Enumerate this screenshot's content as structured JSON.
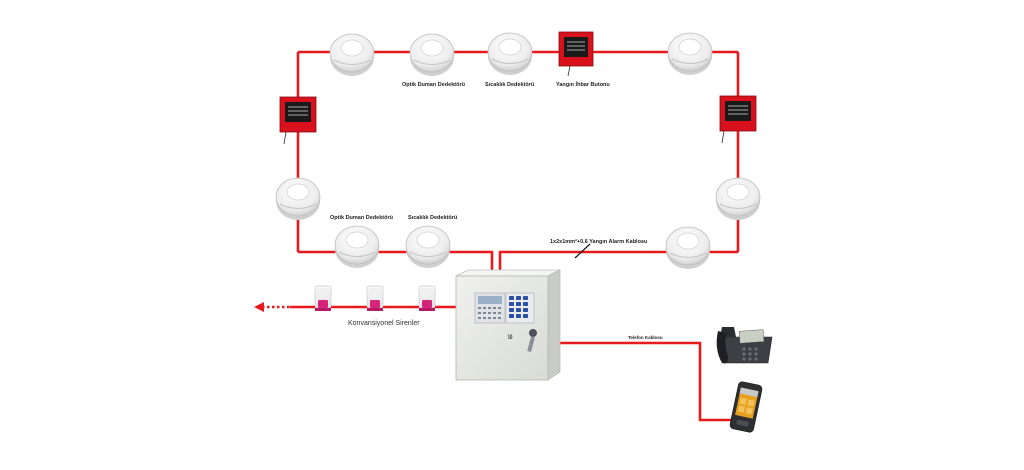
{
  "labels": {
    "optical_top": "Optik Duman Dedektörü",
    "heat_top": "Sıcaklık Dedektörü",
    "call_point_top": "Yangın İhbar Butonu",
    "optical_bottom": "Optik Duman Dedektörü",
    "heat_bottom": "Sıcaklık Dedektörü",
    "alarm_cable": "1x2x1mm²+0,6 Yangın Alarm Kablosu",
    "sirens": "Konvansiyonel Sirenler",
    "phone_cable": "Telefon Kablosu"
  },
  "colors": {
    "wire": "#e8191c",
    "panel": "#e7e9e4",
    "detector": "#f2f2f2",
    "call_point": "#d8111d",
    "siren": "#d6247a"
  },
  "icons": {
    "smoke_detector": "smoke-detector-icon",
    "heat_detector": "heat-detector-icon",
    "call_point": "manual-call-point-icon",
    "siren": "siren-icon",
    "control_panel": "fire-alarm-panel-icon",
    "desk_phone": "desk-phone-icon",
    "mobile_phone": "mobile-phone-icon"
  }
}
